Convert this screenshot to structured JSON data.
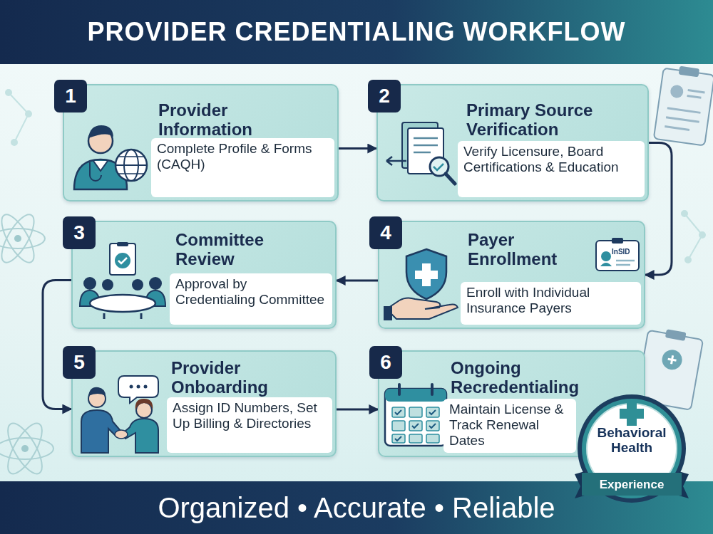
{
  "diagram": {
    "title": "PROVIDER CREDENTIALING WORKFLOW",
    "caption": "Organized • Accurate • Reliable",
    "nodes": [
      {
        "text": [
          "1",
          "Provider Information",
          "Complete Profile & Forms (CAQH)"
        ]
      },
      {
        "text": [
          "2",
          "Primary Source Verification",
          "Verify Licensure, Board Certifications & Education"
        ]
      },
      {
        "text": [
          "3",
          "Committee Review",
          "Approval by Credentialing Committee"
        ]
      },
      {
        "text": [
          "4",
          "Payer Enrollment",
          "Enroll with Individual Insurance Payers"
        ]
      },
      {
        "text": [
          "5",
          "Provider Onboarding",
          "Assign ID Numbers, Set Up Billing & Directories"
        ]
      },
      {
        "text": [
          "6",
          "Ongoing Recredentialing",
          "Maintain License & Track Renewal Dates"
        ]
      },
      {
        "text": [
          "Behavioral Health",
          "Experience"
        ]
      }
    ],
    "edges": [
      {
        "from": 0,
        "to": 1,
        "arrow": "to"
      },
      {
        "from": 1,
        "to": 3,
        "arrow": "to"
      },
      {
        "from": 3,
        "to": 2,
        "arrow": "to"
      },
      {
        "from": 2,
        "to": 4,
        "arrow": "to"
      },
      {
        "from": 4,
        "to": 5,
        "arrow": "to"
      }
    ],
    "labels": [
      "InSID"
    ]
  }
}
